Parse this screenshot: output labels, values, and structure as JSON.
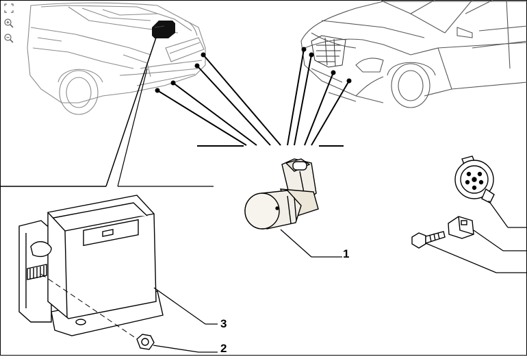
{
  "toolbar": {
    "icons": [
      "fit-page-icon",
      "zoom-in-icon",
      "zoom-out-icon"
    ]
  },
  "callouts": [
    {
      "id": "1",
      "label": "1"
    },
    {
      "id": "2",
      "label": "2"
    },
    {
      "id": "3",
      "label": "3"
    }
  ],
  "colors": {
    "line": "#000000",
    "car_line": "#7a7a7a",
    "control_unit": "#111111",
    "sensor_body": "#f2efe8",
    "background": "#ffffff"
  }
}
